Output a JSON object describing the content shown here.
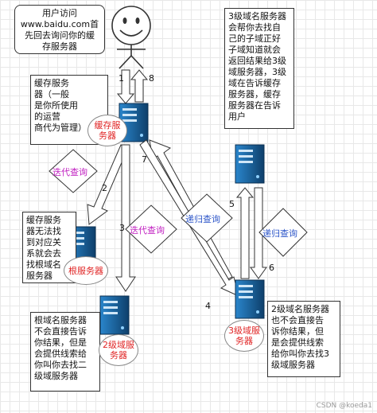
{
  "notes": {
    "user_access": "用户访问\nwww.baidu.com首\n先回去询问你的缓\n存服务器",
    "cache_server_desc": "缓存服务\n器（一般\n是你所使用\n的运营\n商代为管理）",
    "cache_not_found": "缓存服务\n器无法找\n到对应关\n系就会去\n找根域名\n服务器",
    "root_desc": "根域名服务器\n不会直接告诉\n你结果，但是\n会提供线索给\n你叫你去找二\n级域服务器",
    "tld3_desc": "3级域名服务器\n会帮你去找自\n己的子域正好\n子域知道就会\n返回结果给3级\n域服务器，3级\n域在告诉缓存\n服务器，缓存\n服务器在告诉\n用户",
    "tld2_desc": "2级域名服务器\n也不会直接告\n诉你结果，但\n是会提供线索\n给你叫你去找3\n级域服务器"
  },
  "servers": {
    "cache": "缓存服\n务器",
    "root": "根服务器",
    "tld2": "2级域服\n务器",
    "tld3": "3级域服\n务器"
  },
  "diamonds": {
    "iterative_1": "迭代查询",
    "iterative_2": "迭代查询",
    "recursive_1": "递归查询",
    "recursive_2": "递归查询"
  },
  "steps": [
    "1",
    "8",
    "2",
    "3",
    "7",
    "4",
    "5",
    "6"
  ],
  "watermark": "CSDN @koeda1",
  "colors": {
    "server_blue": "#1d6fb0",
    "server_dark": "#0e3f6b",
    "server_label": "#e02424",
    "iterative_label": "#c020c0",
    "recursive_label": "#2c55c8",
    "smiley": "#ffffff"
  },
  "icons": {
    "user": "smiley-icon",
    "server": "server-icon"
  }
}
